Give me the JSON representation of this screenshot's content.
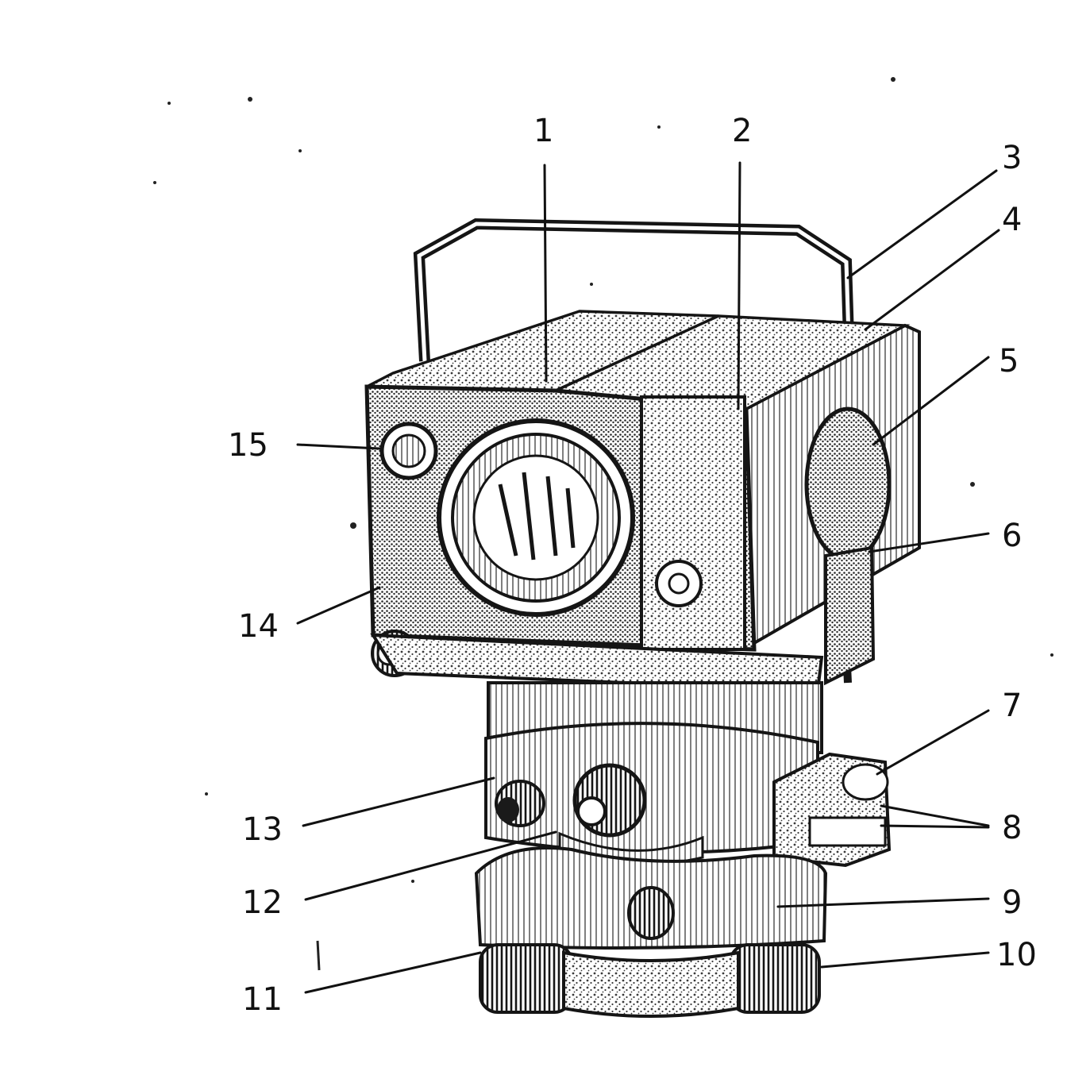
{
  "colors": {
    "ink": "#151515",
    "paper": "#ffffff",
    "stipple": "#3a3a3a"
  },
  "callouts": [
    {
      "id": "1",
      "label": "1"
    },
    {
      "id": "2",
      "label": "2"
    },
    {
      "id": "3",
      "label": "3"
    },
    {
      "id": "4",
      "label": "4"
    },
    {
      "id": "5",
      "label": "5"
    },
    {
      "id": "6",
      "label": "6"
    },
    {
      "id": "7",
      "label": "7"
    },
    {
      "id": "8",
      "label": "8"
    },
    {
      "id": "9",
      "label": "9"
    },
    {
      "id": "10",
      "label": "10"
    },
    {
      "id": "11",
      "label": "11"
    },
    {
      "id": "12",
      "label": "12"
    },
    {
      "id": "13",
      "label": "13"
    },
    {
      "id": "14",
      "label": "14"
    },
    {
      "id": "15",
      "label": "15"
    }
  ]
}
